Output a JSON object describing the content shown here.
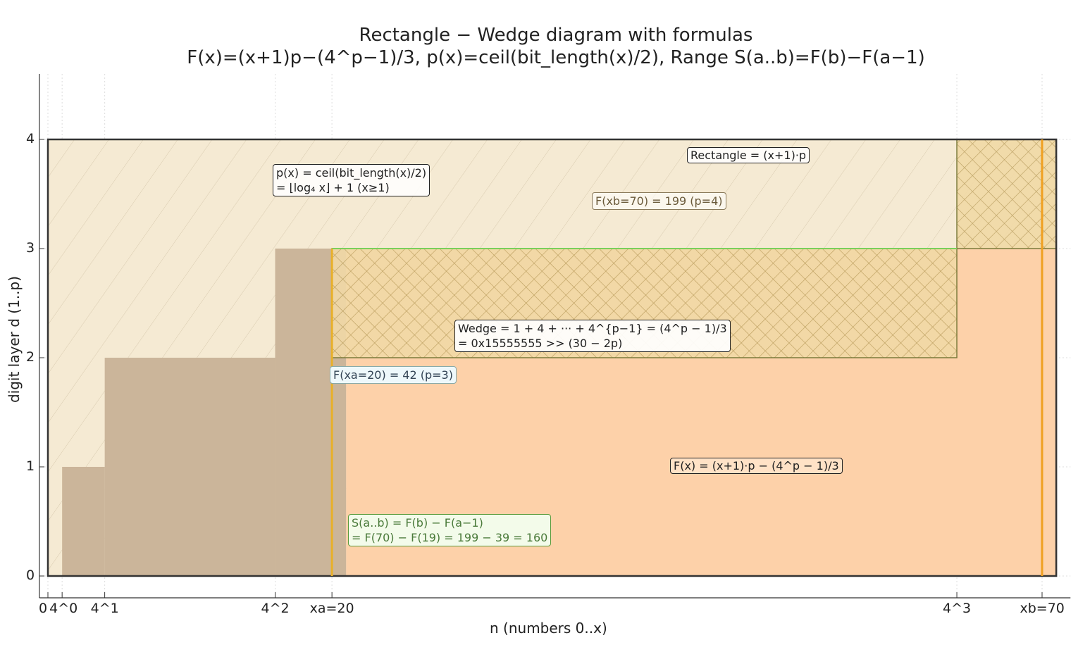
{
  "chart_data": {
    "type": "area",
    "title": "Rectangle − Wedge diagram with formulas",
    "subtitle": "F(x)=(x+1)p−(4^p−1)/3,  p(x)=ceil(bit_length(x)/2),  Range S(a..b)=F(b)−F(a−1)",
    "xlabel": "n  (numbers 0..x)",
    "ylabel": "digit layer d  (1..p)",
    "xlim": [
      -0.5,
      72
    ],
    "ylim": [
      -0.2,
      4.6
    ],
    "grid": true,
    "xticks": [
      {
        "value": 0,
        "label": "0"
      },
      {
        "value": 1,
        "label": "4^0"
      },
      {
        "value": 4,
        "label": "4^1"
      },
      {
        "value": 16,
        "label": "4^2"
      },
      {
        "value": 20,
        "label": "xa=20"
      },
      {
        "value": 64,
        "label": "4^3"
      },
      {
        "value": 70,
        "label": "xb=70"
      }
    ],
    "yticks": [
      0,
      1,
      2,
      3,
      4
    ],
    "rectangle": {
      "x": [
        0,
        71
      ],
      "y": [
        0,
        4
      ],
      "color": "#f5ead3"
    },
    "staircase": {
      "steps": [
        {
          "x": [
            1,
            4
          ],
          "d": 1
        },
        {
          "x": [
            4,
            16
          ],
          "d": 2
        },
        {
          "x": [
            16,
            21
          ],
          "d": 3
        }
      ],
      "color": "#cbb59a"
    },
    "range_fill": {
      "x": [
        21,
        71
      ],
      "y": [
        0,
        3
      ],
      "color": "#fdd1a9"
    },
    "wedge": [
      {
        "x": [
          20,
          64
        ],
        "y": [
          2,
          3
        ]
      },
      {
        "x": [
          64,
          71
        ],
        "y": [
          3,
          4
        ]
      }
    ],
    "wedge_color": "#c9a55a",
    "markers": [
      {
        "x": 20,
        "ytop": 3,
        "color": "#e8b02a"
      },
      {
        "x": 70,
        "ytop": 4,
        "color": "#f0a020"
      }
    ],
    "annotations": {
      "px": "p(x) = ceil(bit_length(x)/2)\n= ⌊log₄ x⌋ + 1 (x≥1)",
      "rect": "Rectangle = (x+1)·p",
      "fxb": "F(xb=70) = 199 (p=4)",
      "wedge": "Wedge = 1 + 4 + ··· + 4^{p−1} = (4^p − 1)/3\n= 0x15555555 >> (30 − 2p)",
      "fxa": "F(xa=20) = 42 (p=3)",
      "fx": "F(x) = (x+1)·p − (4^p − 1)/3",
      "range": "S(a..b) = F(b) − F(a−1)\n= F(70) − F(19) = 199 − 39 = 160"
    }
  }
}
